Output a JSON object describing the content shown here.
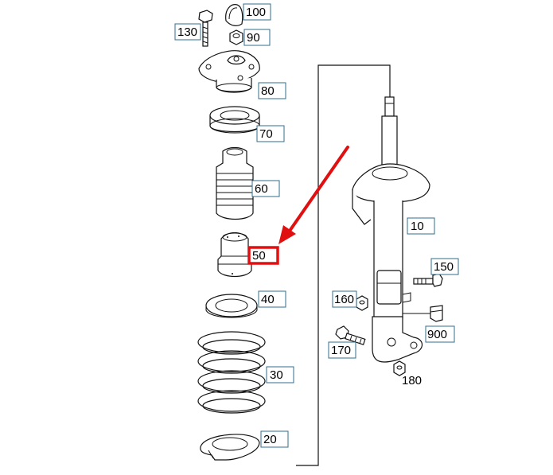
{
  "callouts": {
    "p100": "100",
    "p130": "130",
    "p90": "90",
    "p80": "80",
    "p70": "70",
    "p60": "60",
    "p50": "50",
    "p40": "40",
    "p30": "30",
    "p20": "20",
    "p10": "10",
    "p150": "150",
    "p160": "160",
    "p900": "900",
    "p170": "170",
    "p180": "180"
  },
  "colors": {
    "highlight": "#e01010",
    "label_border": "#2f6f8f",
    "line": "#111111"
  }
}
